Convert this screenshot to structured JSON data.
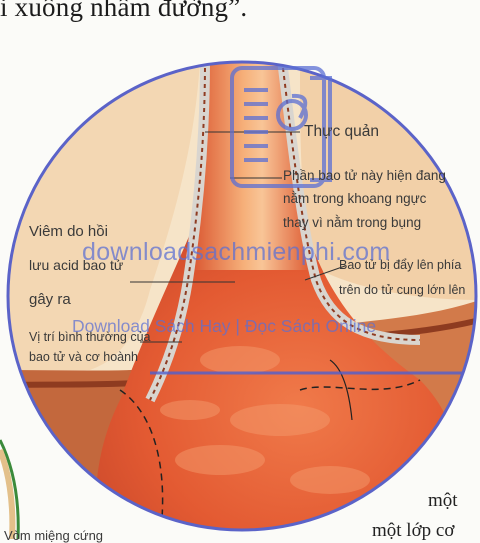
{
  "page": {
    "top_text": "i xuống nhầm đường”.",
    "top_text_partial": "— phần chữ dòng trên bị cắt —",
    "bottom_partial_1": "một",
    "bottom_partial_2": "một lớp cơ",
    "bottom_left_caption": "Vòm miệng cứng"
  },
  "figure": {
    "labels": {
      "esophagus": "Thực quản",
      "stomach_part_line1": "Phần bao tử này hiện đang",
      "stomach_part_line2": "nằm trong khoang ngực",
      "stomach_part_line3": "thay vì nằm trong bụng",
      "reflux_line1": "Viêm do hồi",
      "reflux_line2": "lưu acid bao tử",
      "reflux_line3": "gây ra",
      "pushed_line1": "Bao tử bị đẩy lên phía",
      "pushed_line2": "trên do tử cung lớn lên",
      "normal_line1": "Vị trí bình thường của",
      "normal_line2": "bao tử và cơ hoành"
    }
  },
  "watermark": {
    "site": "downloadsachmienphi.com",
    "tagline": "Download Sách Hay | Đọc Sách Online"
  },
  "colors": {
    "tissue": "#e8663e",
    "lining": "#f3b98a",
    "watermark": "#5b6fd4",
    "circle_border": "#5b63c8"
  }
}
